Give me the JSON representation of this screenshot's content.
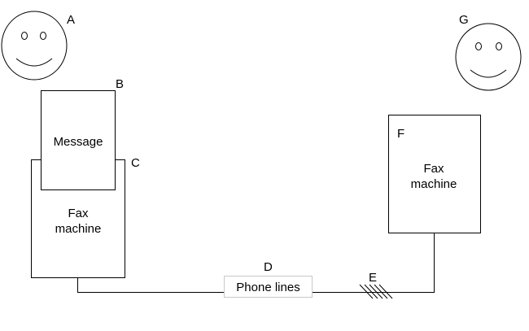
{
  "labels": {
    "a": "A",
    "b": "B",
    "c": "C",
    "d": "D",
    "e": "E",
    "f": "F",
    "g": "G"
  },
  "message_box": {
    "text": "Message"
  },
  "sender_fax": {
    "line1": "Fax",
    "line2": "machine"
  },
  "receiver_fax": {
    "line1": "Fax",
    "line2": "machine"
  },
  "phone_lines": {
    "text": "Phone lines"
  },
  "colors": {
    "stroke": "#000000",
    "background": "#ffffff",
    "phone_label_border": "#c8c8c8"
  },
  "icons": {
    "sender": "smiley-face-icon",
    "receiver": "smiley-face-icon"
  }
}
